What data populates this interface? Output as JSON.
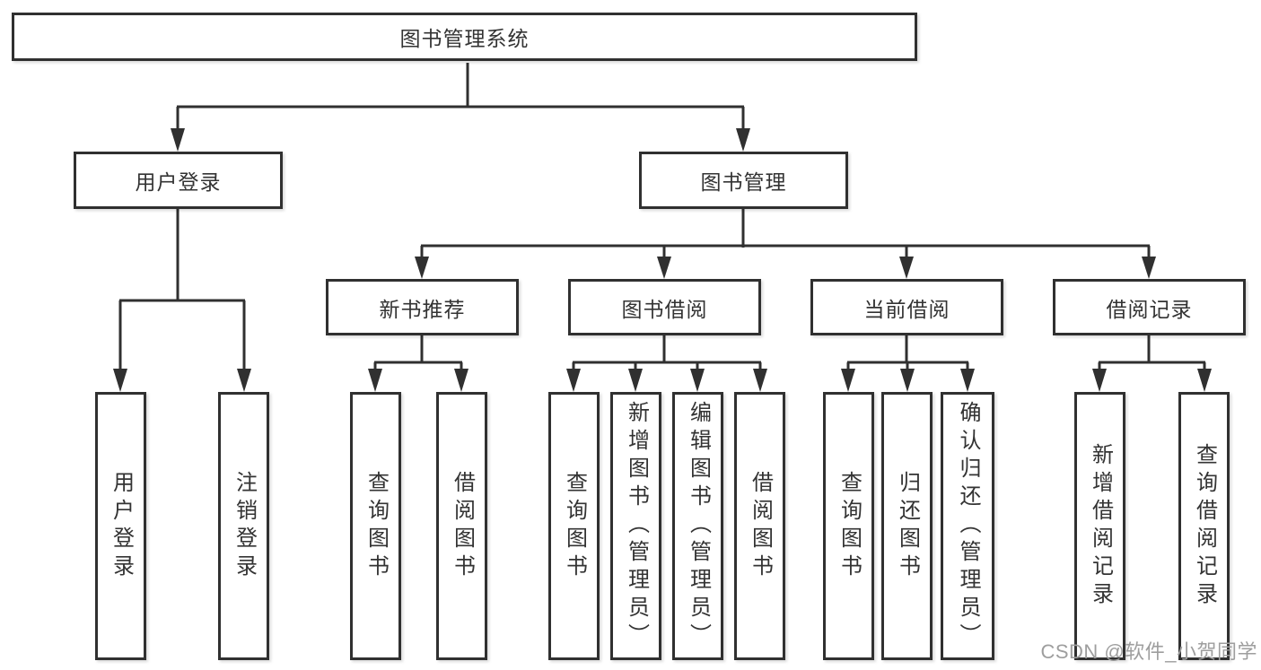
{
  "tree": {
    "root": {
      "label": "图书管理系统",
      "children": [
        {
          "label": "用户登录",
          "children": [
            {
              "label": "用户登录"
            },
            {
              "label": "注销登录"
            }
          ]
        },
        {
          "label": "图书管理",
          "children": [
            {
              "label": "新书推荐",
              "children": [
                {
                  "label": "查询图书"
                },
                {
                  "label": "借阅图书"
                }
              ]
            },
            {
              "label": "图书借阅",
              "children": [
                {
                  "label": "查询图书"
                },
                {
                  "label": "新增图书（管理员）"
                },
                {
                  "label": "编辑图书（管理员）"
                },
                {
                  "label": "借阅图书"
                }
              ]
            },
            {
              "label": "当前借阅",
              "children": [
                {
                  "label": "查询图书"
                },
                {
                  "label": "归还图书"
                },
                {
                  "label": "确认归还（管理员）"
                }
              ]
            },
            {
              "label": "借阅记录",
              "children": [
                {
                  "label": "新增借阅记录"
                },
                {
                  "label": "查询借阅记录"
                }
              ]
            }
          ]
        }
      ]
    }
  },
  "watermark": {
    "text": "CSDN @软件_小贺同学"
  },
  "colors": {
    "line": "#303030",
    "box_border": "#303030",
    "text": "#333333",
    "watermark": "#9e9e9e",
    "background": "#ffffff"
  }
}
